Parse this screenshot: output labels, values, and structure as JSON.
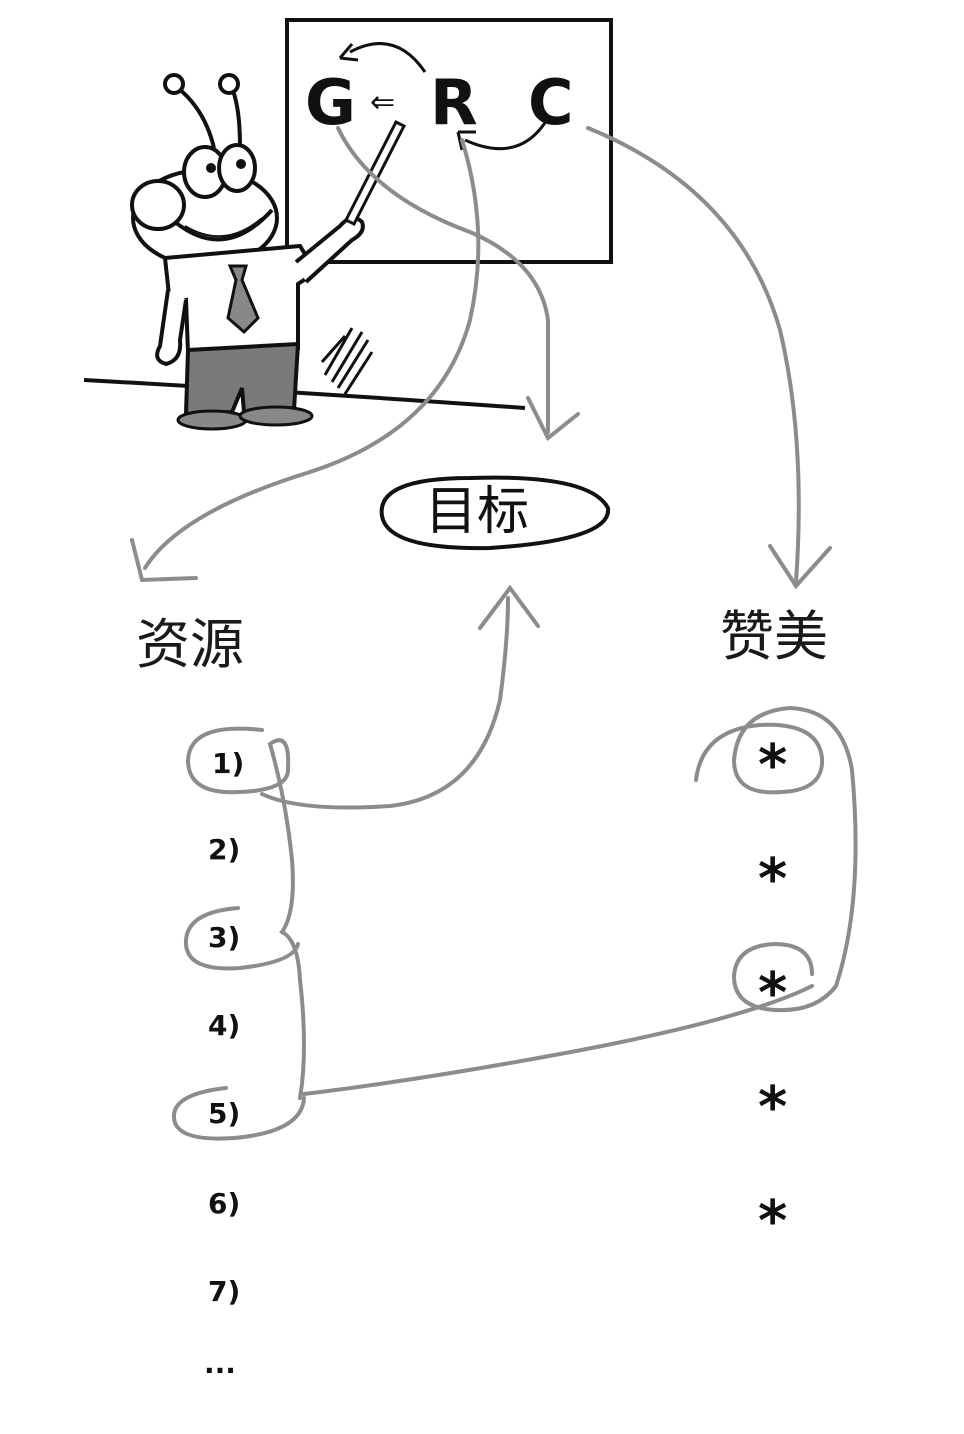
{
  "board": {
    "letters": [
      "G",
      "R",
      "C"
    ],
    "arrow": "⇐"
  },
  "goal": {
    "label": "目标"
  },
  "resources": {
    "heading": "资源",
    "items": [
      "1)",
      "2)",
      "3)",
      "4)",
      "5)",
      "6)",
      "7)",
      "..."
    ],
    "circled_items": [
      "1)",
      "3)",
      "5)"
    ]
  },
  "praise": {
    "heading": "赞美",
    "items": [
      "*",
      "*",
      "*",
      "*",
      "*"
    ],
    "circled_items": [
      1,
      3
    ]
  },
  "colors": {
    "ink": "#111111",
    "connector": "#8c8c8c",
    "pants": "#7a7a7a",
    "board_bg": "#ffffff"
  },
  "icons": [
    "teacher-bug-character",
    "pointer-stick",
    "tie"
  ]
}
